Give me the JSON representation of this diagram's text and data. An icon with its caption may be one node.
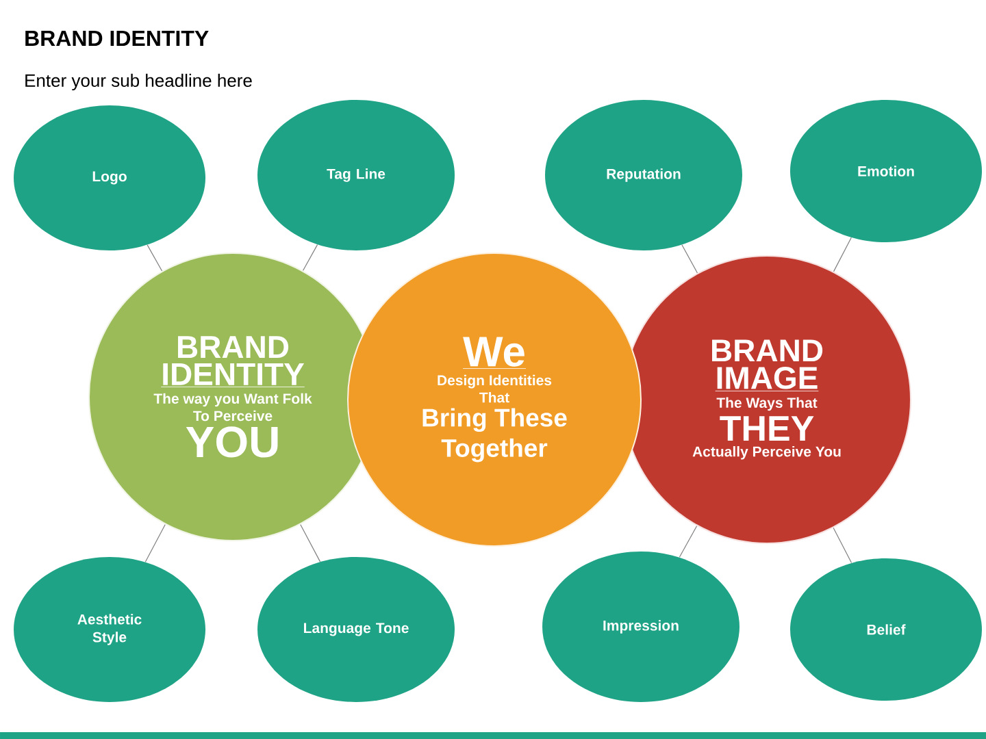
{
  "diagram": {
    "title": "BRAND IDENTITY",
    "nodes": [
      {
        "text": [
          "Logo"
        ]
      },
      {
        "text": [
          "Tag Line"
        ]
      },
      {
        "text": [
          "Reputation"
        ]
      },
      {
        "text": [
          "Emotion"
        ]
      },
      {
        "text": [
          "BRAND",
          "IDENTITY",
          "The way you Want Folk To Perceive",
          "YOU"
        ]
      },
      {
        "text": [
          "We",
          "Design Identities That",
          "Bring These Together"
        ]
      },
      {
        "text": [
          "BRAND",
          "IMAGE",
          "The Ways That",
          "THEY",
          "Actually Perceive You"
        ]
      },
      {
        "text": [
          "Aesthetic Style"
        ]
      },
      {
        "text": [
          "Language Tone"
        ]
      },
      {
        "text": [
          "Impression"
        ]
      },
      {
        "text": [
          "Belief"
        ]
      }
    ],
    "edges": [
      {
        "from": 0,
        "to": 4,
        "arrow": "none"
      },
      {
        "from": 1,
        "to": 4,
        "arrow": "none"
      },
      {
        "from": 2,
        "to": 6,
        "arrow": "none"
      },
      {
        "from": 3,
        "to": 6,
        "arrow": "none"
      },
      {
        "from": 7,
        "to": 4,
        "arrow": "none"
      },
      {
        "from": 8,
        "to": 4,
        "arrow": "none"
      },
      {
        "from": 9,
        "to": 6,
        "arrow": "none"
      },
      {
        "from": 10,
        "to": 6,
        "arrow": "none"
      }
    ],
    "labels": [
      "Enter your sub headline here"
    ]
  }
}
